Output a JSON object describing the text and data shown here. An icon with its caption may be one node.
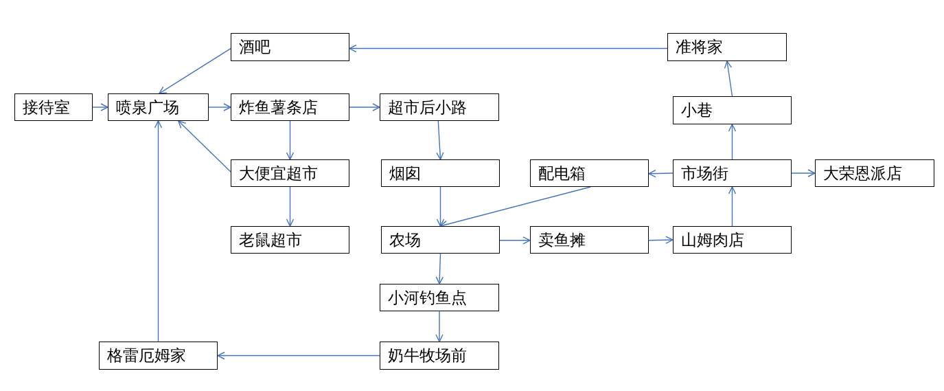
{
  "diagram": {
    "nodes": [
      {
        "text": [
          "酒吧"
        ]
      },
      {
        "text": [
          "准将家"
        ]
      },
      {
        "text": [
          "接待室"
        ]
      },
      {
        "text": [
          "喷泉广场"
        ]
      },
      {
        "text": [
          "炸鱼薯条店"
        ]
      },
      {
        "text": [
          "超市后小路"
        ]
      },
      {
        "text": [
          "小巷"
        ]
      },
      {
        "text": [
          "大便宜超市"
        ]
      },
      {
        "text": [
          "烟囱"
        ]
      },
      {
        "text": [
          "配电箱"
        ]
      },
      {
        "text": [
          "市场街"
        ]
      },
      {
        "text": [
          "大荣恩派店"
        ]
      },
      {
        "text": [
          "老鼠超市"
        ]
      },
      {
        "text": [
          "农场"
        ]
      },
      {
        "text": [
          "卖鱼摊"
        ]
      },
      {
        "text": [
          "山姆肉店"
        ]
      },
      {
        "text": [
          "小河钓鱼点"
        ]
      },
      {
        "text": [
          "格雷厄姆家"
        ]
      },
      {
        "text": [
          "奶牛牧场前"
        ]
      }
    ],
    "edges": [
      {
        "from": 2,
        "to": 3,
        "arrow": "to"
      },
      {
        "from": 3,
        "to": 4,
        "arrow": "to"
      },
      {
        "from": 4,
        "to": 5,
        "arrow": "to"
      },
      {
        "from": 4,
        "to": 7,
        "arrow": "to"
      },
      {
        "from": 7,
        "to": 12,
        "arrow": "to"
      },
      {
        "from": 7,
        "to": 3,
        "arrow": "to"
      },
      {
        "from": 0,
        "to": 3,
        "arrow": "to"
      },
      {
        "from": 1,
        "to": 0,
        "arrow": "to"
      },
      {
        "from": 5,
        "to": 8,
        "arrow": "to"
      },
      {
        "from": 8,
        "to": 13,
        "arrow": "to"
      },
      {
        "from": 9,
        "to": 13,
        "arrow": "to"
      },
      {
        "from": 10,
        "to": 9,
        "arrow": "to"
      },
      {
        "from": 10,
        "to": 11,
        "arrow": "to"
      },
      {
        "from": 10,
        "to": 6,
        "arrow": "to"
      },
      {
        "from": 6,
        "to": 1,
        "arrow": "to"
      },
      {
        "from": 15,
        "to": 10,
        "arrow": "to"
      },
      {
        "from": 13,
        "to": 14,
        "arrow": "to"
      },
      {
        "from": 14,
        "to": 15,
        "arrow": "to"
      },
      {
        "from": 13,
        "to": 16,
        "arrow": "to"
      },
      {
        "from": 16,
        "to": 18,
        "arrow": "to"
      },
      {
        "from": 18,
        "to": 17,
        "arrow": "to"
      },
      {
        "from": 17,
        "to": 3,
        "arrow": "to"
      }
    ]
  }
}
